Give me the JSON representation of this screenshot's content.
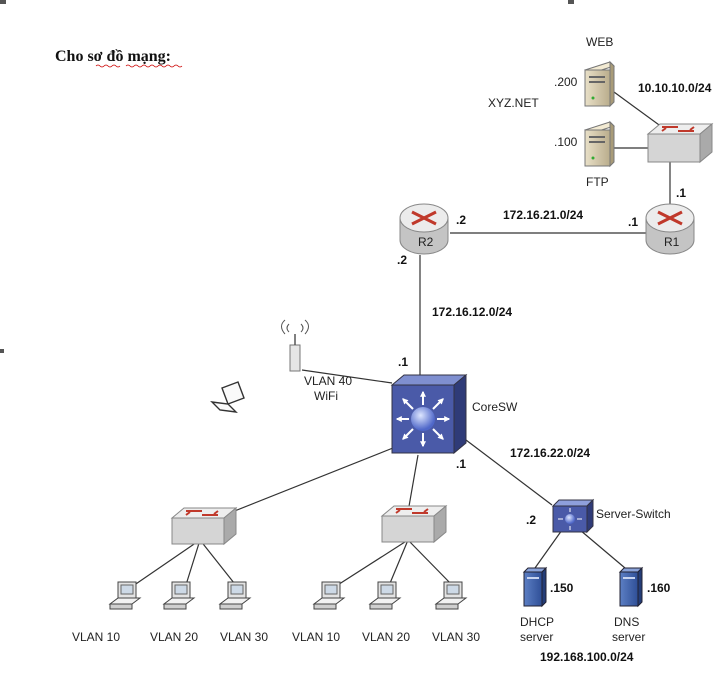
{
  "title": "Cho sơ đồ mạng:",
  "site_name": "XYZ.NET",
  "servers": {
    "web": {
      "label": "WEB",
      "host": ".200"
    },
    "ftp": {
      "label": "FTP",
      "host": ".100"
    },
    "dhcp": {
      "line1": "DHCP",
      "line2": "server",
      "host": ".150"
    },
    "dns": {
      "line1": "DNS",
      "line2": "server",
      "host": ".160"
    }
  },
  "routers": {
    "r1": {
      "label": "R1",
      "to_dmz": ".1",
      "to_r2": ".1"
    },
    "r2": {
      "label": "R2",
      "to_r1": ".2",
      "to_core": ".2"
    }
  },
  "coresw": {
    "label": "CoreSW",
    "to_r2": ".1",
    "to_server_switch": ".1"
  },
  "server_switch": {
    "label": "Server-Switch",
    "host": ".2"
  },
  "wifi": {
    "line1": "VLAN 40",
    "line2": "WiFi"
  },
  "networks": {
    "dmz": "10.10.10.0/24",
    "r1_r2": "172.16.21.0/24",
    "r2_core": "172.16.12.0/24",
    "core_server": "172.16.22.0/24",
    "servers": "192.168.100.0/24"
  },
  "left_group": [
    "VLAN 10",
    "VLAN 20",
    "VLAN 30"
  ],
  "mid_group": [
    "VLAN 10",
    "VLAN 20",
    "VLAN 30"
  ],
  "colors": {
    "router": "#d8d8d8",
    "core": "#4a5aa8",
    "arrow": "#c0392b"
  }
}
